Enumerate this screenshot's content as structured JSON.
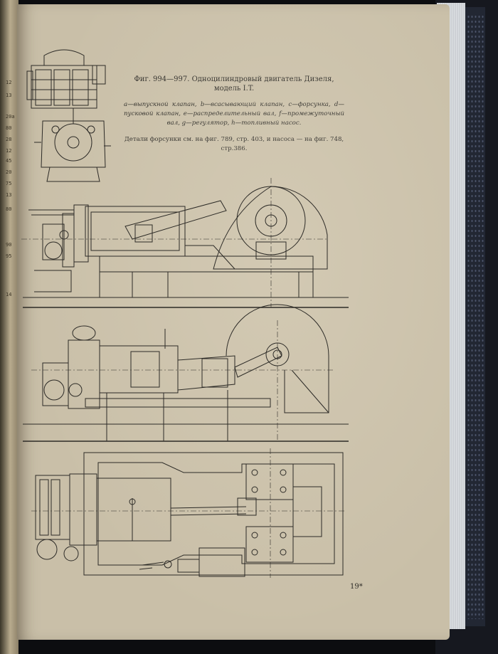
{
  "caption": {
    "title": "Фиг. 994—997. Одноцилиндровый двигатель Дизеля, модель I.T.",
    "legend": "a—выпускной клапан, b—всасывающий клапан, c—форсунка, d—пусковой клапан, e—распределительный вал, f—промежуточный вал, g—регулятор, h—топливный насос.",
    "details": "Детали форсунки см. на фиг. 789, стр. 403, и насоса — на фиг. 748, стр.386."
  },
  "page_number": "19*",
  "left_page_fragments": [
    "12",
    "13",
    "20а",
    "80",
    "28",
    "12",
    "45",
    "20",
    "75",
    "13",
    "80",
    "90",
    "95",
    "14"
  ],
  "colors": {
    "paper": "#c9bfa8",
    "ink": "#2d2b27",
    "cover": "#222733",
    "background": "#0c0d10"
  }
}
